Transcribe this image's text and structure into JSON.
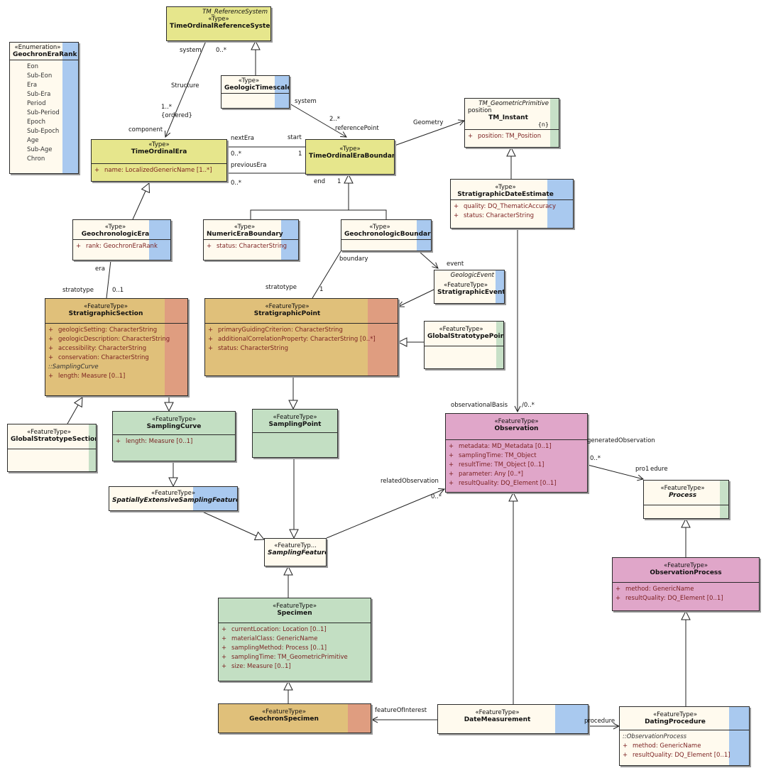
{
  "colors": {
    "yellow": "#e6e68c",
    "tan": "#e0c07a",
    "tan_stripe": "#df9d80",
    "green": "#c3dfc3",
    "pink": "#e0a6c9",
    "cream": "#fffaee",
    "blue_stripe": "#a9c9ef",
    "green_stripe": "#c7e0c7"
  },
  "classes": {
    "tm_ref": {
      "parent": "TM_ReferenceSystem",
      "stereotype": "«Type»",
      "name": "TimeOrdinalReferenceSystem"
    },
    "enum_rank": {
      "stereotype": "«Enumeration»",
      "name": "GeochronEraRank",
      "literals": [
        "Eon",
        "Sub-Eon",
        "Era",
        "Sub-Era",
        "Period",
        "Sub-Period",
        "Epoch",
        "Sub-Epoch",
        "Age",
        "Sub-Age",
        "Chron"
      ]
    },
    "geo_timescale": {
      "stereotype": "«Type»",
      "name": "GeologicTimescale"
    },
    "tm_instant": {
      "parent": "TM_GeometricPrimitive",
      "stereotype": "position",
      "name": "TM_Instant",
      "extra": "{n}",
      "attrs": [
        {
          "vis": "+",
          "text": "position:  TM_Position"
        }
      ]
    },
    "time_era": {
      "stereotype": "«Type»",
      "name": "TimeOrdinalEra",
      "attrs": [
        {
          "vis": "+",
          "text": "name:  LocalizedGenericName [1..*]"
        }
      ]
    },
    "era_boundary": {
      "stereotype": "«Type»",
      "name": "TimeOrdinalEraBoundary"
    },
    "strat_date": {
      "stereotype": "«Type»",
      "name": "StratigraphicDateEstimate",
      "attrs": [
        {
          "vis": "+",
          "text": "quality:  DQ_ThematicAccuracy"
        },
        {
          "vis": "+",
          "text": "status:  CharacterString"
        }
      ]
    },
    "geochron_era": {
      "stereotype": "«Type»",
      "name": "GeochronologicEra",
      "attrs": [
        {
          "vis": "+",
          "text": "rank:  GeochronEraRank"
        }
      ]
    },
    "numeric_boundary": {
      "stereotype": "«Type»",
      "name": "NumericEraBoundary",
      "attrs": [
        {
          "vis": "+",
          "text": "status:  CharacterString"
        }
      ]
    },
    "geochron_boundary": {
      "stereotype": "«Type»",
      "name": "GeochronologicBoundary"
    },
    "strat_event": {
      "parent": "GeologicEvent",
      "stereotype": "«FeatureType»",
      "name": "StratigraphicEvent"
    },
    "strat_section": {
      "stereotype": "«FeatureType»",
      "name": "StratigraphicSection",
      "attrs": [
        {
          "vis": "+",
          "text": "geologicSetting:  CharacterString"
        },
        {
          "vis": "+",
          "text": "geologicDescription:  CharacterString"
        },
        {
          "vis": "+",
          "text": "accessibility:  CharacterString"
        },
        {
          "vis": "+",
          "text": "conservation:  CharacterString"
        },
        {
          "vis": "",
          "text": "::SamplingCurve",
          "inherited": true
        },
        {
          "vis": "+",
          "text": "length:  Measure [0..1]"
        }
      ]
    },
    "strat_point": {
      "stereotype": "«FeatureType»",
      "name": "StratigraphicPoint",
      "attrs": [
        {
          "vis": "+",
          "text": "primaryGuidingCriterion:  CharacterString"
        },
        {
          "vis": "+",
          "text": "additionalCorrelationProperty:  CharacterString [0..*]"
        },
        {
          "vis": "+",
          "text": "status:  CharacterString"
        }
      ]
    },
    "global_strat_point": {
      "stereotype": "«FeatureType»",
      "name": "GlobalStratotypePoint"
    },
    "global_strat_section": {
      "stereotype": "«FeatureType»",
      "name": "GlobalStratotypeSection"
    },
    "sampling_curve": {
      "stereotype": "«FeatureType»",
      "name": "SamplingCurve",
      "attrs": [
        {
          "vis": "+",
          "text": "length:  Measure [0..1]"
        }
      ]
    },
    "sampling_point": {
      "stereotype": "«FeatureType»",
      "name": "SamplingPoint"
    },
    "observation": {
      "stereotype": "«FeatureType»",
      "name": "Observation",
      "attrs": [
        {
          "vis": "+",
          "text": "metadata:  MD_Metadata [0..1]"
        },
        {
          "vis": "+",
          "text": "samplingTime:  TM_Object"
        },
        {
          "vis": "+",
          "text": "resultTime:  TM_Object [0..1]"
        },
        {
          "vis": "+",
          "text": "parameter:  Any [0..*]"
        },
        {
          "vis": "+",
          "text": "resultQuality:  DQ_Element [0..1]"
        }
      ]
    },
    "spatial_sampling": {
      "stereotype": "«FeatureType»",
      "name": "SpatiallyExtensiveSamplingFeature"
    },
    "process": {
      "stereotype": "«FeatureType»",
      "name": "Process"
    },
    "sampling_feature": {
      "stereotype": "«FeatureTyp...",
      "name": "SamplingFeature"
    },
    "obs_process": {
      "stereotype": "«FeatureType»",
      "name": "ObservationProcess",
      "attrs": [
        {
          "vis": "+",
          "text": "method:  GenericName"
        },
        {
          "vis": "+",
          "text": "resultQuality:  DQ_Element [0..1]"
        }
      ]
    },
    "specimen": {
      "stereotype": "«FeatureType»",
      "name": "Specimen",
      "attrs": [
        {
          "vis": "+",
          "text": "currentLocation:  Location [0..1]"
        },
        {
          "vis": "+",
          "text": "materialClass:  GenericName"
        },
        {
          "vis": "+",
          "text": "samplingMethod:  Process [0..1]"
        },
        {
          "vis": "+",
          "text": "samplingTime:  TM_GeometricPrimitive"
        },
        {
          "vis": "+",
          "text": "size:  Measure [0..1]"
        }
      ]
    },
    "geochron_specimen": {
      "stereotype": "«FeatureType»",
      "name": "GeochronSpecimen"
    },
    "date_measurement": {
      "stereotype": "«FeatureType»",
      "name": "DateMeasurement"
    },
    "dating_procedure": {
      "stereotype": "«FeatureType»",
      "name": "DatingProcedure",
      "attrs": [
        {
          "vis": "",
          "text": "::ObservationProcess",
          "inherited": true
        },
        {
          "vis": "+",
          "text": "method:  GenericName"
        },
        {
          "vis": "+",
          "text": "resultQuality:  DQ_Element [0..1]"
        }
      ]
    }
  },
  "labels": {
    "system_1": "system",
    "zero_many_1": "0..*",
    "structure": "Structure",
    "one_many": "1..*",
    "ordered": "{ordered}",
    "component": "component",
    "system_2": "system",
    "two_many": "2..*",
    "reference_point": "referencePoint",
    "geometry": "Geometry",
    "next_era": "nextEra",
    "start": "start",
    "zero_many_2": "0..*",
    "one_1": "1",
    "previous_era": "previousEra",
    "end": "end",
    "zero_many_3": "0..*",
    "one_2": "1",
    "era": "era",
    "stratotype_1": "stratotype",
    "zero_one": "0..1",
    "boundary": "boundary",
    "stratotype_2": "stratotype",
    "one_3": "1",
    "event": "event",
    "observational_basis": "observationalBasis",
    "zero_many_4": "/0..*",
    "generated_observation": "generatedObservation",
    "zero_many_5": "0..*",
    "procedure_1": "pro",
    "procedure_1b": "edure",
    "related_observation": "relatedObservation",
    "zero_many_6": "0..*",
    "feature_of_interest": "featureOfInterest",
    "procedure_2": "procedure"
  }
}
